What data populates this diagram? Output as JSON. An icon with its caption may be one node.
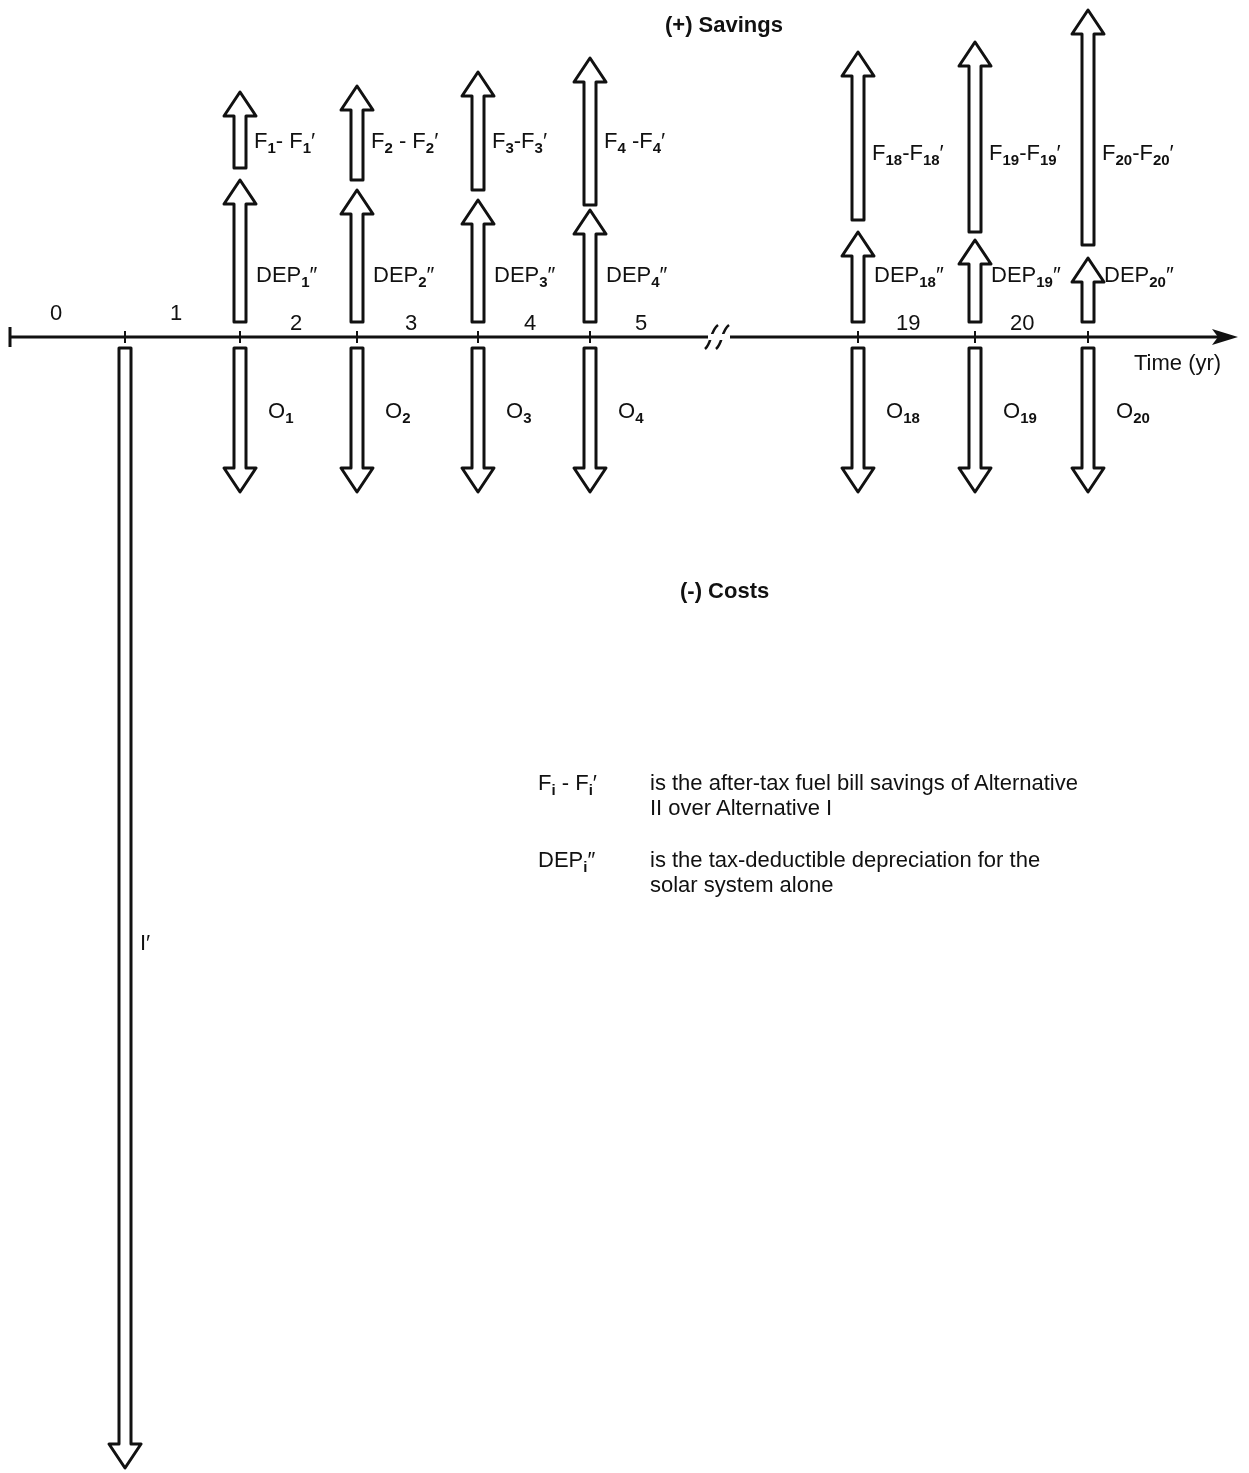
{
  "diagram": {
    "labels": [
      "(+) Savings",
      "F$_{1}$- F$_{1}$′",
      "F$_{2}$ - F$_{2}$′",
      "F$_{3}$-F$_{3}$′",
      "F$_{4}$ -F$_{4}$′",
      "F$_{18}$-F$_{18}$′",
      "F$_{19}$-F$_{19}$′",
      "F$_{20}$-F$_{20}$′",
      "DEP$_{1}$″",
      "DEP$_{2}$″",
      "DEP$_{3}$″",
      "DEP$_{4}$″",
      "DEP$_{18}$″",
      "DEP$_{19}$″",
      "DEP$_{20}$″",
      "0",
      "1",
      "2",
      "3",
      "4",
      "5",
      "19",
      "20",
      "Time (yr)",
      "O$_{1}$",
      "O$_{2}$",
      "O$_{3}$",
      "O$_{4}$",
      "O$_{18}$",
      "O$_{19}$",
      "O$_{20}$",
      "(-) Costs",
      "F$_{i}$ - F$_{i}$′",
      "is the after-tax fuel bill savings of Alternative II over Alternative I",
      "DEP$_{i}$″",
      "is the tax-deductible depreciation for the solar system alone",
      "I′"
    ]
  }
}
